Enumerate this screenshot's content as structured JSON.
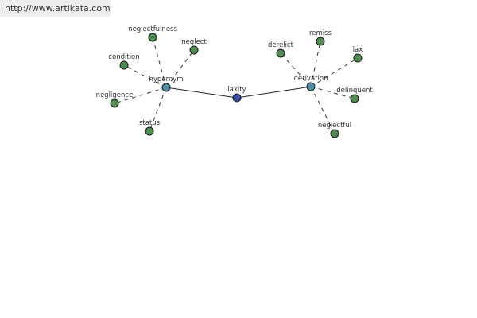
{
  "watermark": "http://www.artikata.com",
  "colors": {
    "center": "#3a4a9c",
    "hub": "#4f8fa6",
    "leaf": "#4f8a4f"
  },
  "graph": {
    "center": "laxity",
    "hubs": [
      {
        "id": "hypernym",
        "label": "hypernym",
        "leaves": [
          "neglectfulness",
          "neglect",
          "condition",
          "negligence",
          "status"
        ]
      },
      {
        "id": "derivation",
        "label": "derivation",
        "leaves": [
          "derelict",
          "remiss",
          "lax",
          "delinquent",
          "neglectful"
        ]
      }
    ]
  }
}
